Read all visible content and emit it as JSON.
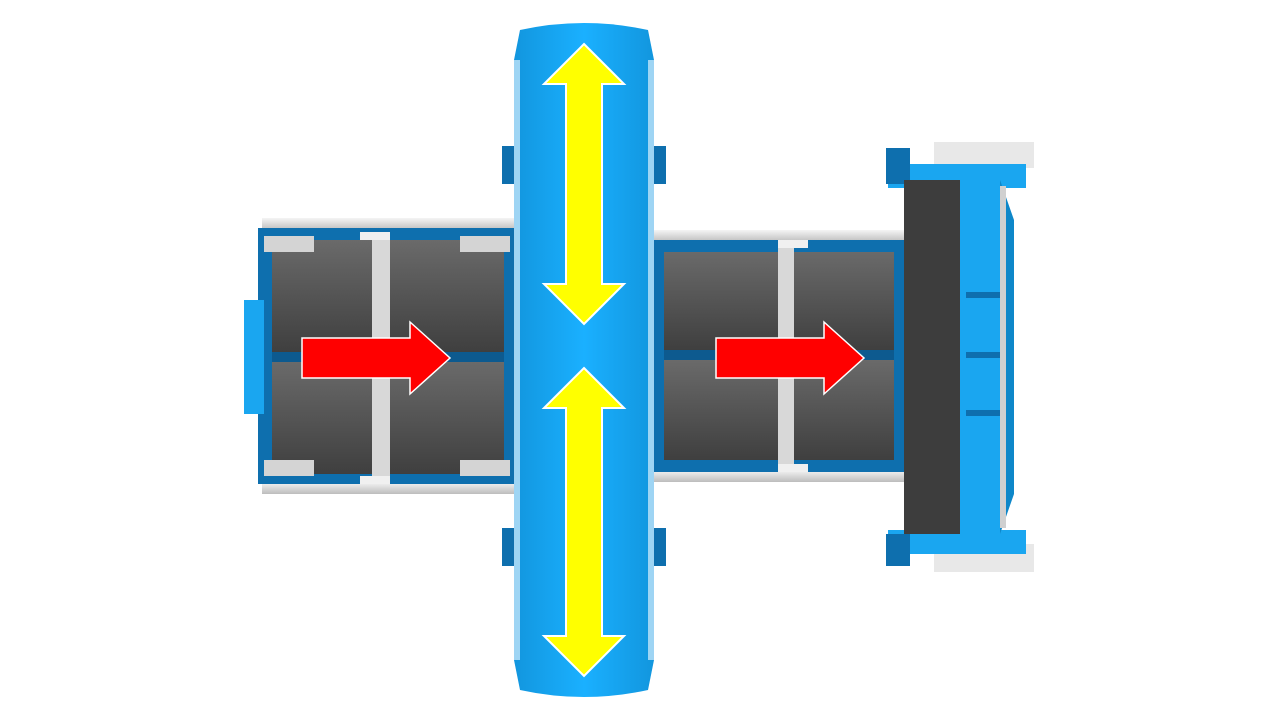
{
  "diagram": {
    "kind": "conveyor-transfer-top-view",
    "flow_direction": "left-to-right",
    "cross_motion": "vertical-bidirectional",
    "colors": {
      "background": "#ffffff",
      "frame_blue": "#1aa6f0",
      "frame_blue_dark": "#0e6fae",
      "deck_dark": "#4a4a4a",
      "deck_mid": "#5d5d5d",
      "rail_silver": "#e6e6e6",
      "flow_arrow": "#ff0000",
      "cross_arrow": "#ffff00"
    },
    "flow_arrows": [
      "flow-arrow-left-conveyor",
      "flow-arrow-right-conveyor"
    ],
    "cross_arrows": [
      "cross-arrow-upper",
      "cross-arrow-lower"
    ]
  }
}
